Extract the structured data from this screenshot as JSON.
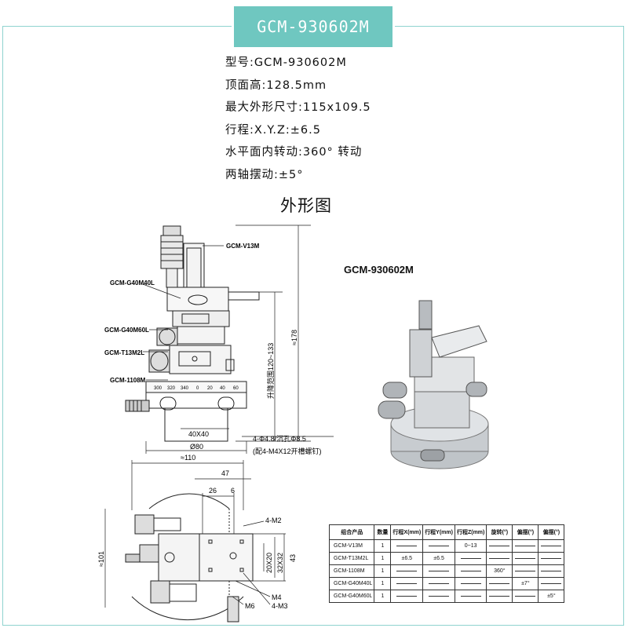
{
  "header": {
    "model_title": "GCM-930602M"
  },
  "specs": [
    "型号:GCM-930602M",
    "顶面高:128.5mm",
    "最大外形尺寸:115x109.5",
    "行程:X.Y.Z:±6.5",
    "水平面内转动:360° 转动",
    "两轴摆动:±5°"
  ],
  "section_title": "外形图",
  "photo_label": "GCM-930602M",
  "front_view": {
    "callouts": [
      "GCM-V13M",
      "GCM-G40M40L",
      "GCM-G40M60L",
      "GCM-T13M2L",
      "GCM-1108M"
    ],
    "scale_ticks": [
      "300",
      "320",
      "340",
      "0",
      "20",
      "40",
      "60"
    ],
    "dim_40x40": "40X40",
    "dim_d80": "Ø80",
    "dim_travel": "升降范围120~133",
    "dim_height": "≈178",
    "hole_note_1": "4-Φ4.8/沉孔Φ8.5",
    "hole_note_2": "(配4-M4X12开槽螺钉)"
  },
  "top_view": {
    "dim_110": "≈110",
    "dim_47": "47",
    "dim_26": "26",
    "dim_6": "6",
    "dim_101": "≈101",
    "dim_20x20": "20X20",
    "dim_32x32": "32X32",
    "dim_43": "43",
    "label_4m2": "4-M2",
    "label_m4": "M4",
    "label_4m3": "4-M3",
    "label_m6": "M6"
  },
  "table": {
    "headers": [
      "组合产品",
      "数量",
      "行程X(mm)",
      "行程Y(mm)",
      "行程Z(mm)",
      "旋转(°)",
      "偏摆(°)",
      "偏摆(°)"
    ],
    "rows": [
      {
        "product": "GCM-V13M",
        "qty": "1",
        "x": "",
        "y": "",
        "z": "0~13",
        "rot": "",
        "tilt1": "",
        "tilt2": ""
      },
      {
        "product": "GCM-T13M2L",
        "qty": "1",
        "x": "±6.5",
        "y": "±6.5",
        "z": "",
        "rot": "",
        "tilt1": "",
        "tilt2": ""
      },
      {
        "product": "GCM-1108M",
        "qty": "1",
        "x": "",
        "y": "",
        "z": "",
        "rot": "360°",
        "tilt1": "",
        "tilt2": ""
      },
      {
        "product": "GCM-G40M40L",
        "qty": "1",
        "x": "",
        "y": "",
        "z": "",
        "rot": "",
        "tilt1": "±7°",
        "tilt2": ""
      },
      {
        "product": "GCM-G40M60L",
        "qty": "1",
        "x": "",
        "y": "",
        "z": "",
        "rot": "",
        "tilt1": "",
        "tilt2": "±5°"
      }
    ]
  }
}
